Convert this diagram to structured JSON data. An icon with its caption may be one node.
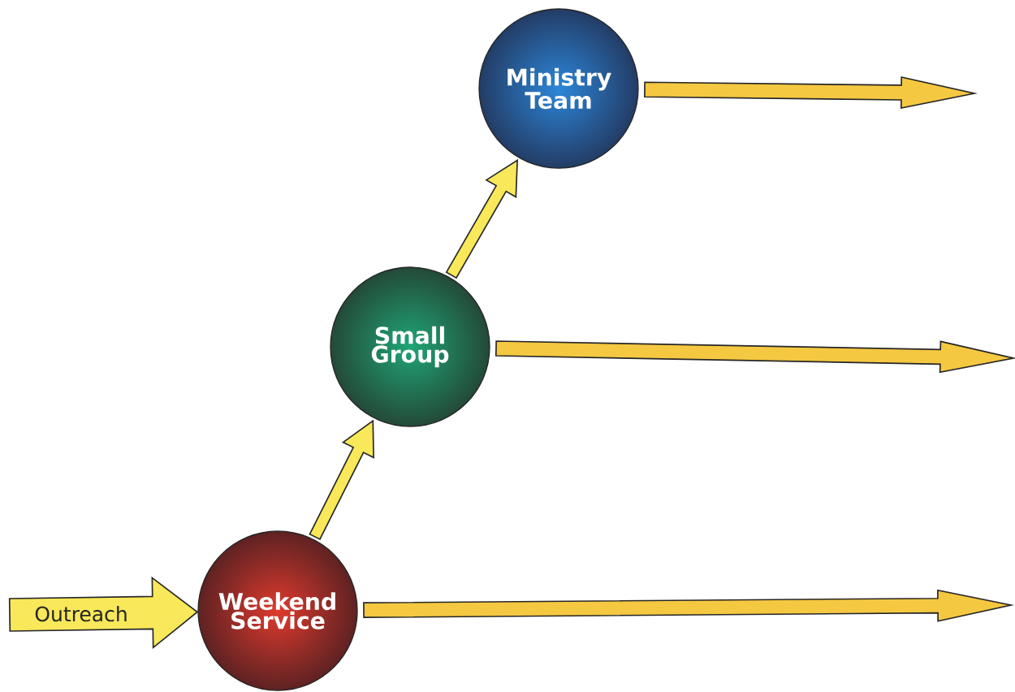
{
  "diagram": {
    "nodes": [
      {
        "text": [
          "Weekend Service"
        ]
      },
      {
        "text": [
          "Small Group"
        ]
      },
      {
        "text": [
          "Ministry Team"
        ]
      }
    ],
    "edges": [
      {
        "from": null,
        "to": 0,
        "arrow": "to",
        "style": "thick",
        "label": "Outreach"
      },
      {
        "from": 0,
        "to": 1,
        "arrow": "to"
      },
      {
        "from": 1,
        "to": 2,
        "arrow": "to"
      },
      {
        "from": 0,
        "to": null,
        "arrow": "to"
      },
      {
        "from": 1,
        "to": null,
        "arrow": "to"
      },
      {
        "from": 2,
        "to": null,
        "arrow": "to"
      }
    ]
  }
}
